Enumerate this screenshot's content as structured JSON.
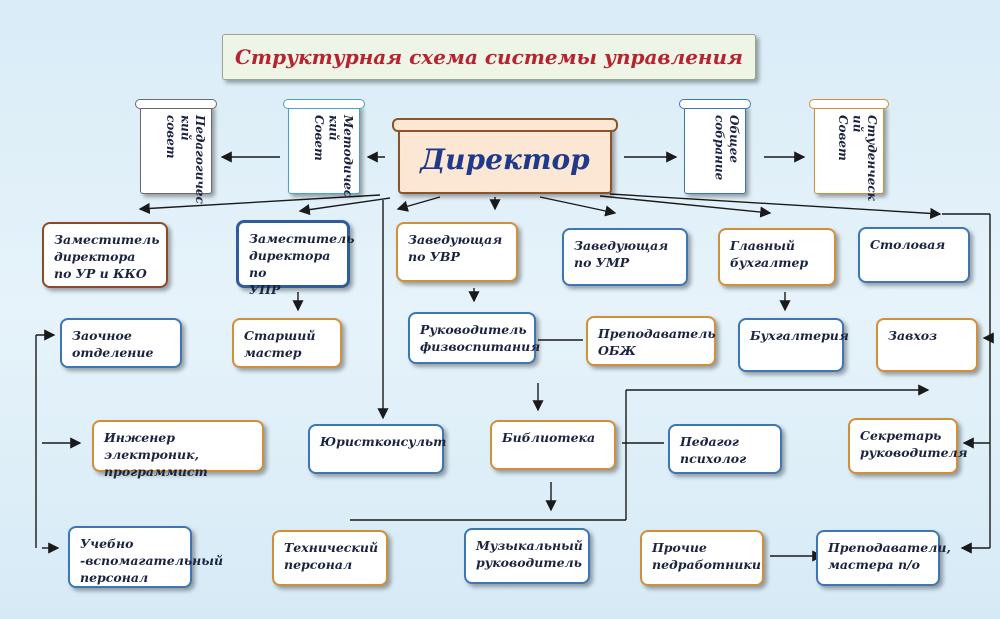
{
  "title": "Структурная схема системы управления",
  "director": "Директор",
  "scrolls": {
    "ped_sovet": "Педагогичес\nкий\nсовет",
    "met_sovet": "Методичес\nкий\nСовет",
    "obshee": "Общее\nсобрание",
    "stud_sovet": "Студенческ\nий\nСовет"
  },
  "boxes": {
    "zam_ur": "Заместитель\nдиректора\nпо УР и ККО",
    "zam_upr": "Заместитель\nдиректора по\nУПР",
    "zav_uvr": "Заведующая\nпо УВР",
    "zav_umr": "Заведующая\nпо УМР",
    "glav_buh": "Главный\nбухгалтер",
    "stolovaya": "Столовая",
    "zaochnoe": "Заочное\nотделение",
    "st_master": "Старший\nмастер",
    "ruk_fiz": "Руководитель\nфизвоспитания",
    "prep_obzh": "Преподаватель\nОБЖ",
    "buhgalteriya": "Бухгалтерия",
    "zavhoz": "Завхоз",
    "inzhener": "Инженер электроник,\nпрограммист",
    "yurist": "Юристконсульт",
    "biblioteka": "Библиотека",
    "ped_psih": "Педагог\nпсихолог",
    "sekretar": "Секретарь\nруководителя",
    "uch_vsp": "Учебно\n-вспомагательный\nперсонал",
    "tech_pers": "Технический\nперсонал",
    "muz_ruk": "Музыкальный\nруководитель",
    "prochie": "Прочие\nпедработники",
    "prepod": "Преподаватели,\nмастера п/о"
  }
}
